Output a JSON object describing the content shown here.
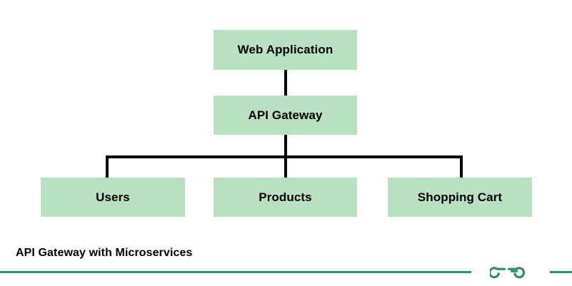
{
  "diagram": {
    "title": "API Gateway with Microservices",
    "type": "flow-hierarchy",
    "node_fill": "#b9e0c2",
    "edge_color": "#000000",
    "nodes": [
      {
        "id": "web",
        "label": "Web Application",
        "level": 0
      },
      {
        "id": "gateway",
        "label": "API Gateway",
        "level": 1
      },
      {
        "id": "users",
        "label": "Users",
        "level": 2
      },
      {
        "id": "products",
        "label": "Products",
        "level": 2
      },
      {
        "id": "cart",
        "label": "Shopping Cart",
        "level": 2
      }
    ],
    "edges": [
      {
        "from": "web",
        "to": "gateway"
      },
      {
        "from": "gateway",
        "to": "users"
      },
      {
        "from": "gateway",
        "to": "products"
      },
      {
        "from": "gateway",
        "to": "cart"
      }
    ]
  },
  "caption": {
    "text": "API Gateway with Microservices"
  },
  "footer": {
    "rule_color": "#2f8f66",
    "brand_icon": "geeksforgeeks-logo",
    "brand_color": "#2f8f66"
  }
}
